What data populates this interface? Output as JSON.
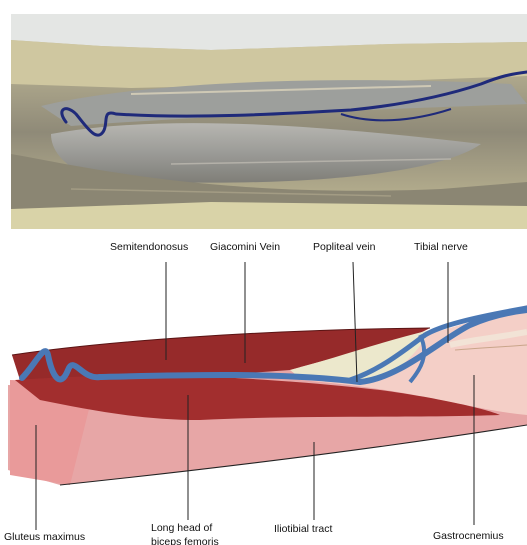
{
  "labels": {
    "semitendonosus": "Semitendonosus",
    "giacomini_vein": "Giacomini Vein",
    "popliteal_vein": "Popliteal vein",
    "tibial_nerve": "Tibial nerve",
    "gluteus_maximus": "Gluteus maximus",
    "long_head_line1": "Long head of",
    "long_head_line2": "biceps femoris",
    "iliotibial_tract": "Iliotibial tract",
    "gastrocnemius": "Gastrocnemius"
  },
  "colors": {
    "muscle_dark": "#962a2a",
    "muscle_light": "#e7a6a6",
    "tissue_pink": "#f4cfc7",
    "vein_blue": "#4a78b5",
    "popliteal_cream": "#ece8cc"
  }
}
